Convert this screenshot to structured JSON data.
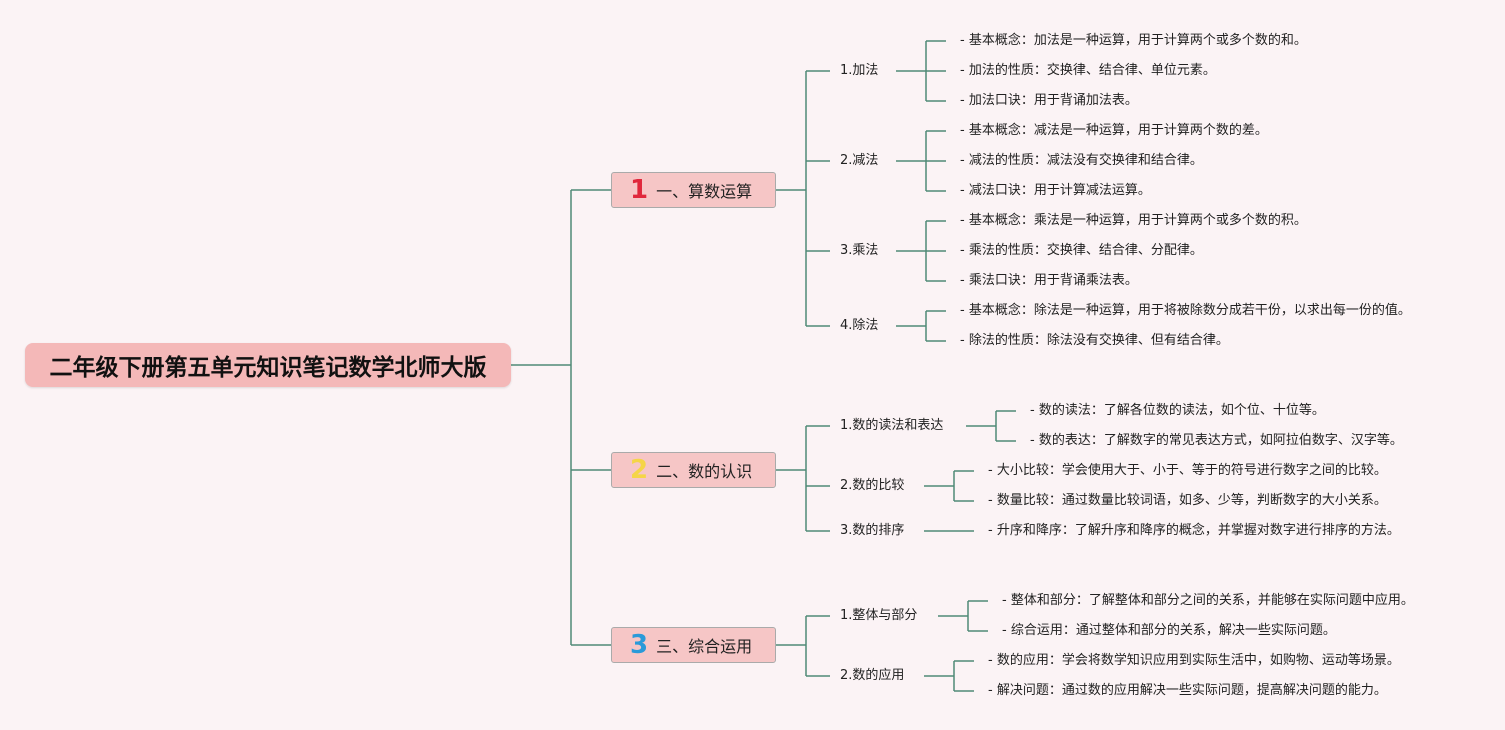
{
  "root": {
    "title": "二年级下册第五单元知识笔记数学北师大版"
  },
  "colors": {
    "root_bg": "#f4b8b8",
    "branch_bg": "#f6c6c6",
    "line": "#4f8a77",
    "num1": "#e0283c",
    "num2": "#f5d547",
    "num3": "#2a9ad9"
  },
  "branches": [
    {
      "num": "1",
      "label": "一、算数运算",
      "subs": [
        {
          "label": "1.加法",
          "items": [
            "- 基本概念：加法是一种运算，用于计算两个或多个数的和。",
            "- 加法的性质：交换律、结合律、单位元素。",
            "- 加法口诀：用于背诵加法表。"
          ]
        },
        {
          "label": "2.减法",
          "items": [
            "- 基本概念：减法是一种运算，用于计算两个数的差。",
            "- 减法的性质：减法没有交换律和结合律。",
            "- 减法口诀：用于计算减法运算。"
          ]
        },
        {
          "label": "3.乘法",
          "items": [
            "- 基本概念：乘法是一种运算，用于计算两个或多个数的积。",
            "- 乘法的性质：交换律、结合律、分配律。",
            "- 乘法口诀：用于背诵乘法表。"
          ]
        },
        {
          "label": "4.除法",
          "items": [
            "- 基本概念：除法是一种运算，用于将被除数分成若干份，以求出每一份的值。",
            "- 除法的性质：除法没有交换律、但有结合律。"
          ]
        }
      ]
    },
    {
      "num": "2",
      "label": "二、数的认识",
      "subs": [
        {
          "label": "1.数的读法和表达",
          "items": [
            "- 数的读法：了解各位数的读法，如个位、十位等。",
            "- 数的表达：了解数字的常见表达方式，如阿拉伯数字、汉字等。"
          ]
        },
        {
          "label": "2.数的比较",
          "items": [
            "- 大小比较：学会使用大于、小于、等于的符号进行数字之间的比较。",
            "- 数量比较：通过数量比较词语，如多、少等，判断数字的大小关系。"
          ]
        },
        {
          "label": "3.数的排序",
          "items": [
            "- 升序和降序：了解升序和降序的概念，并掌握对数字进行排序的方法。"
          ]
        }
      ]
    },
    {
      "num": "3",
      "label": "三、综合运用",
      "subs": [
        {
          "label": "1.整体与部分",
          "items": [
            "- 整体和部分：了解整体和部分之间的关系，并能够在实际问题中应用。",
            "- 综合运用：通过整体和部分的关系，解决一些实际问题。"
          ]
        },
        {
          "label": "2.数的应用",
          "items": [
            "- 数的应用：学会将数学知识应用到实际生活中，如购物、运动等场景。",
            "- 解决问题：通过数的应用解决一些实际问题，提高解决问题的能力。"
          ]
        }
      ]
    }
  ]
}
